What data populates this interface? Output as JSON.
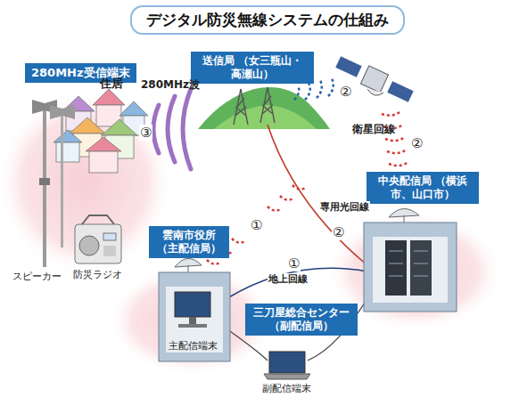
{
  "diagram": {
    "title": "デジタル防災無線システムの仕組み",
    "nodes": [
      {
        "text": [
          "280MHz受信端末"
        ]
      },
      {
        "text": [
          "送信局 （女三瓶山・高瀬山）"
        ]
      },
      {
        "text": [
          "中央配信局 （横浜市、山口市）"
        ]
      },
      {
        "text": [
          "雲南市役所 （主配信局）"
        ]
      },
      {
        "text": [
          "三刀屋総合センター （副配信局）"
        ]
      }
    ],
    "labels": [
      "住居",
      "スピーカー",
      "防災ラジオ",
      "280MHz波",
      "③",
      "②",
      "衛星回線",
      "②",
      "①",
      "専用光回線",
      "②",
      "①",
      "地上回線",
      "主配信端末",
      "副配信端末"
    ]
  }
}
